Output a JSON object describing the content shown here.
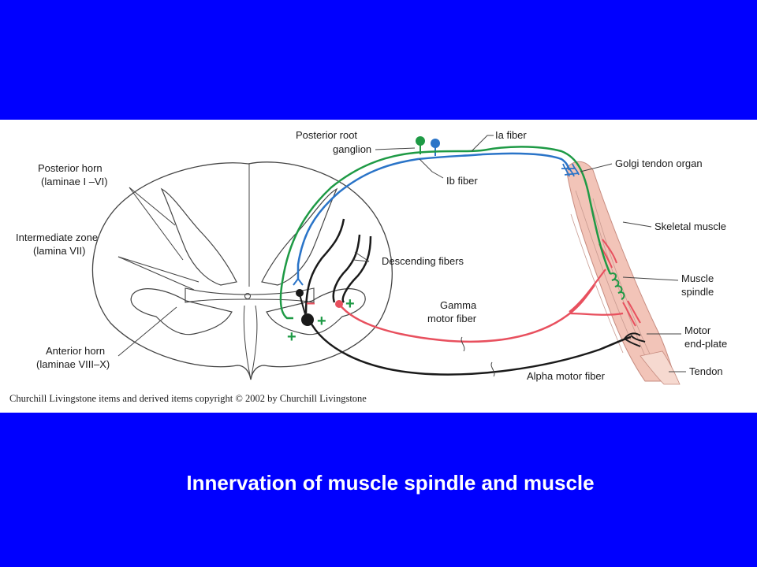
{
  "slide": {
    "title": "Innervation of muscle spindle and muscle"
  },
  "figure": {
    "labels": {
      "posterior_horn": [
        "Posterior horn",
        "(laminae I –VI)"
      ],
      "intermediate_zone": [
        "Intermediate zone",
        "(lamina VII)"
      ],
      "anterior_horn": [
        "Anterior horn",
        "(laminae VIII–X)"
      ],
      "posterior_root_ganglion": [
        "Posterior root",
        "ganglion"
      ],
      "ia_fiber": "Ia fiber",
      "ib_fiber": "Ib fiber",
      "descending_fibers": "Descending fibers",
      "gamma_motor_fiber": [
        "Gamma",
        "motor fiber"
      ],
      "alpha_motor_fiber": "Alpha motor fiber",
      "golgi_tendon_organ": "Golgi tendon organ",
      "skeletal_muscle": "Skeletal muscle",
      "muscle_spindle": [
        "Muscle",
        "spindle"
      ],
      "motor_end_plate": [
        "Motor",
        "end-plate"
      ],
      "tendon": "Tendon"
    },
    "signs": {
      "minus": "−",
      "plus": "+"
    },
    "copyright": "Churchill Livingstone items and derived items copyright © 2002 by Churchill Livingstone",
    "colors": {
      "ia_fiber": "#1E9A45",
      "ib_fiber": "#2A74C8",
      "gamma_fiber": "#E8505E",
      "alpha_fiber": "#1a1a1a",
      "muscle": "#F2C4B8",
      "background": "#0000FF"
    }
  }
}
